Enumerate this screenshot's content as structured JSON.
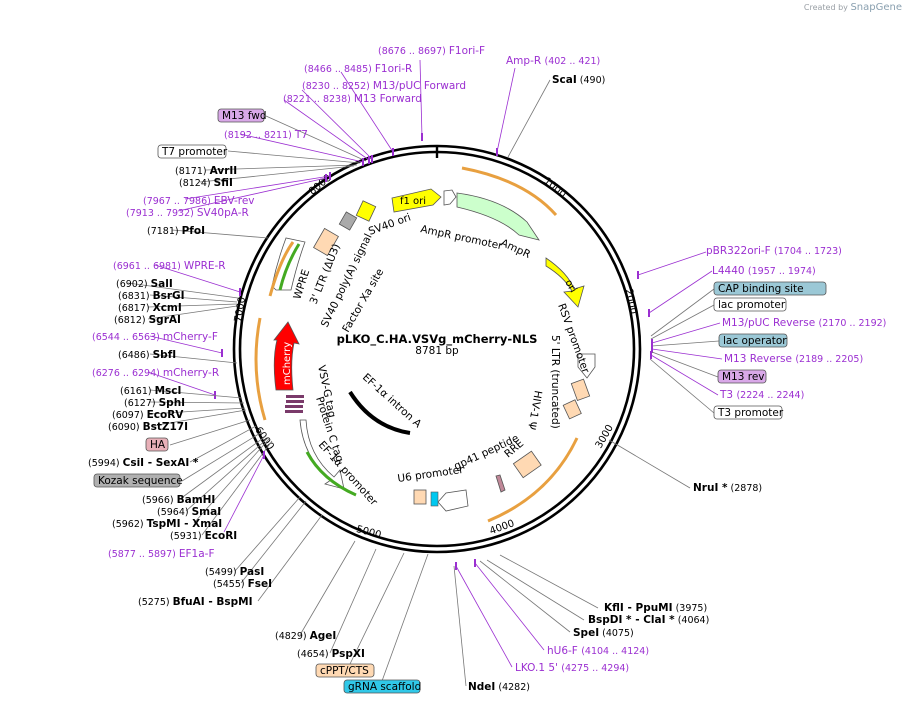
{
  "credit": {
    "created_by": "Created by",
    "brand": "SnapGene"
  },
  "plasmid": {
    "name": "pLKO_C.HA.VSVg_mCherry-NLS",
    "size_label": "8781 bp"
  },
  "ticks": [
    "1000",
    "2000",
    "3000",
    "4000",
    "5000",
    "6000",
    "7000",
    "8000"
  ],
  "colors": {
    "primer": "#9b2fd1",
    "line": "#777777",
    "backbone": "#000000",
    "yellow": "#ffff00",
    "green_light": "#ccffcc",
    "peach": "#ffd9b3",
    "red": "#ff0000",
    "cyan": "#00c8f0",
    "orange_arrow": "#e8a040"
  },
  "right_labels": [
    {
      "name": "Amp-R",
      "range": "(402 .. 421)",
      "kind": "primer"
    },
    {
      "name": "ScaI",
      "range": "(490)",
      "kind": "site"
    },
    {
      "name": "pBR322ori-F",
      "range": "(1704 .. 1723)",
      "kind": "primer"
    },
    {
      "name": "L4440",
      "range": "(1957 .. 1974)",
      "kind": "primer"
    },
    {
      "name": "CAP binding site",
      "kind": "box_blue"
    },
    {
      "name": "lac promoter",
      "kind": "box_white"
    },
    {
      "name": "M13/pUC Reverse",
      "range": "(2170 .. 2192)",
      "kind": "primer"
    },
    {
      "name": "lac operator",
      "kind": "box_blue"
    },
    {
      "name": "M13 Reverse",
      "range": "(2189 .. 2205)",
      "kind": "primer"
    },
    {
      "name": "M13 rev",
      "kind": "box_purple"
    },
    {
      "name": "T3",
      "range": "(2224 .. 2244)",
      "kind": "primer"
    },
    {
      "name": "T3 promoter",
      "kind": "box_white"
    },
    {
      "name": "NruI *",
      "range": "(2878)",
      "kind": "site"
    },
    {
      "name": "KflI",
      "name2": "PpuMI",
      "range": "(3975)",
      "kind": "site2"
    },
    {
      "name": "BspDI *",
      "name2": "ClaI *",
      "range": "(4064)",
      "kind": "site2"
    },
    {
      "name": "SpeI",
      "range": "(4075)",
      "kind": "site"
    },
    {
      "name": "hU6-F",
      "range": "(4104 .. 4124)",
      "kind": "primer"
    },
    {
      "name": "LKO.1 5'",
      "range": "(4275 .. 4294)",
      "kind": "primer"
    },
    {
      "name": "NdeI",
      "range": "(4282)",
      "kind": "site"
    }
  ],
  "left_labels": [
    {
      "name": "F1ori-F",
      "range": "(8676 .. 8697)",
      "kind": "primer"
    },
    {
      "name": "F1ori-R",
      "range": "(8466 .. 8485)",
      "kind": "primer"
    },
    {
      "name": "M13/pUC Forward",
      "range": "(8230 .. 8252)",
      "kind": "primer"
    },
    {
      "name": "M13 Forward",
      "range": "(8221 .. 8238)",
      "kind": "primer"
    },
    {
      "name": "M13 fwd",
      "kind": "box_purple"
    },
    {
      "name": "T7",
      "range": "(8192 .. 8211)",
      "kind": "primer"
    },
    {
      "name": "T7 promoter",
      "kind": "box_white"
    },
    {
      "name": "AvrII",
      "range": "(8171)",
      "kind": "site"
    },
    {
      "name": "SfiI",
      "range": "(8124)",
      "kind": "site"
    },
    {
      "name": "EBV-rev",
      "range": "(7967 .. 7986)",
      "kind": "primer"
    },
    {
      "name": "SV40pA-R",
      "range": "(7913 .. 7932)",
      "kind": "primer"
    },
    {
      "name": "PfoI",
      "range": "(7181)",
      "kind": "site"
    },
    {
      "name": "WPRE-R",
      "range": "(6961 .. 6981)",
      "kind": "primer"
    },
    {
      "name": "SalI",
      "range": "(6902)",
      "kind": "site"
    },
    {
      "name": "BsrGI",
      "range": "(6831)",
      "kind": "site"
    },
    {
      "name": "XcmI",
      "range": "(6817)",
      "kind": "site"
    },
    {
      "name": "SgrAI",
      "range": "(6812)",
      "kind": "site"
    },
    {
      "name": "mCherry-F",
      "range": "(6544 .. 6563)",
      "kind": "primer"
    },
    {
      "name": "SbfI",
      "range": "(6486)",
      "kind": "site"
    },
    {
      "name": "mCherry-R",
      "range": "(6276 .. 6294)",
      "kind": "primer"
    },
    {
      "name": "MscI",
      "range": "(6161)",
      "kind": "site"
    },
    {
      "name": "SphI",
      "range": "(6127)",
      "kind": "site"
    },
    {
      "name": "EcoRV",
      "range": "(6097)",
      "kind": "site"
    },
    {
      "name": "BstZ17I",
      "range": "(6090)",
      "kind": "site"
    },
    {
      "name": "HA",
      "kind": "box_pink"
    },
    {
      "name": "CsiI",
      "name2": "SexAI *",
      "range": "(5994)",
      "kind": "site2"
    },
    {
      "name": "Kozak sequence",
      "kind": "box_gray"
    },
    {
      "name": "BamHI",
      "range": "(5966)",
      "kind": "site"
    },
    {
      "name": "SmaI",
      "range": "(5964)",
      "kind": "site"
    },
    {
      "name": "TspMI",
      "name2": "XmaI",
      "range": "(5962)",
      "kind": "site2"
    },
    {
      "name": "EcoRI",
      "range": "(5931)",
      "kind": "site"
    },
    {
      "name": "EF1a-F",
      "range": "(5877 .. 5897)",
      "kind": "primer"
    },
    {
      "name": "PasI",
      "range": "(5499)",
      "kind": "site"
    },
    {
      "name": "FseI",
      "range": "(5455)",
      "kind": "site"
    },
    {
      "name": "BfuAI",
      "name2": "BspMI",
      "range": "(5275)",
      "kind": "site2"
    },
    {
      "name": "AgeI",
      "range": "(4829)",
      "kind": "site"
    },
    {
      "name": "PspXI",
      "range": "(4654)",
      "kind": "site"
    },
    {
      "name": "cPPT/CTS",
      "kind": "box_peach"
    },
    {
      "name": "gRNA scaffold",
      "kind": "box_cyan"
    }
  ],
  "inner_features": {
    "f1_ori": "f1 ori",
    "sv40_ori": "SV40 ori",
    "ampr_promoter": "AmpR promoter",
    "ampr": "AmpR",
    "ori": "ori",
    "rsv_promoter": "RSV promoter",
    "ltr_5": "5' LTR (truncated)",
    "hiv_psi": "HIV-1 Ψ",
    "rre": "RRE",
    "gp41": "gp41 peptide",
    "u6_promoter": "U6 promoter",
    "ef1a_promoter": "EF-1α promoter",
    "ef1a_intron": "EF-1α intron A",
    "protein_c": "Protein C tag",
    "vsvg": "VSV-G tag",
    "mcherry": "mCherry",
    "factor_xa": "Factor Xa site",
    "wpre": "WPRE",
    "ltr_3": "3' LTR (ΔU3)",
    "sv40_polya": "SV40 poly(A) signal"
  }
}
